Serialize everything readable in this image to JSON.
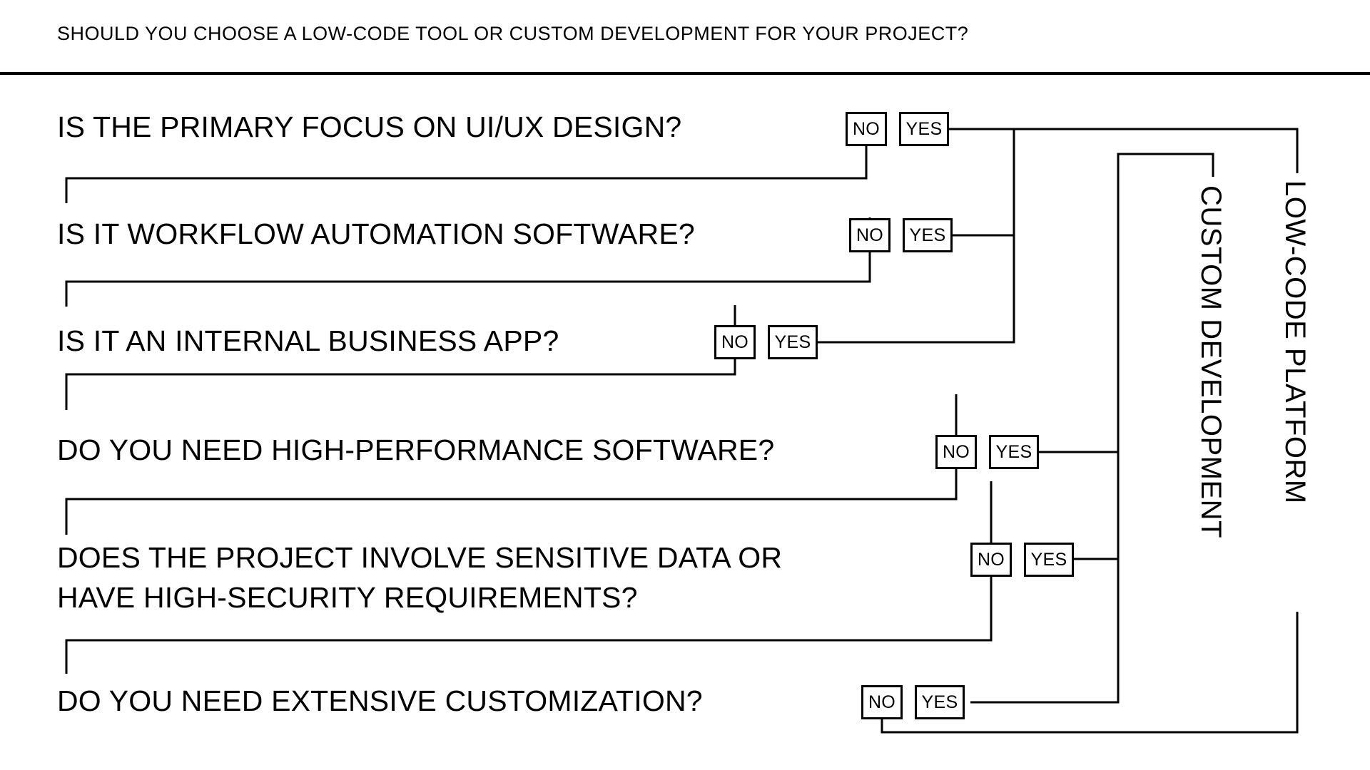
{
  "header": {
    "title": "SHOULD YOU CHOOSE A LOW-CODE TOOL OR CUSTOM DEVELOPMENT FOR YOUR PROJECT?"
  },
  "chart_data": {
    "type": "diagram",
    "diagram_type": "decision-flowchart",
    "title": "SHOULD YOU CHOOSE A LOW-CODE TOOL OR CUSTOM DEVELOPMENT FOR YOUR PROJECT?",
    "outcomes": [
      "CUSTOM DEVELOPMENT",
      "LOW-CODE PLATFORM"
    ],
    "nodes": [
      {
        "id": "q1",
        "text": "IS THE PRIMARY FOCUS ON UI/UX DESIGN?",
        "no": "q2",
        "yes": "LOW-CODE PLATFORM"
      },
      {
        "id": "q2",
        "text": "IS IT WORKFLOW AUTOMATION SOFTWARE?",
        "no": "q3",
        "yes": "LOW-CODE PLATFORM"
      },
      {
        "id": "q3",
        "text": "IS IT AN INTERNAL BUSINESS APP?",
        "no": "q4",
        "yes": "LOW-CODE PLATFORM"
      },
      {
        "id": "q4",
        "text": "DO YOU NEED HIGH-PERFORMANCE SOFTWARE?",
        "no": "q5",
        "yes": "CUSTOM DEVELOPMENT"
      },
      {
        "id": "q5",
        "text": "DOES THE PROJECT INVOLVE SENSITIVE DATA OR\nHAVE HIGH-SECURITY REQUIREMENTS?",
        "no": "q6",
        "yes": "CUSTOM DEVELOPMENT"
      },
      {
        "id": "q6",
        "text": "DO YOU NEED EXTENSIVE CUSTOMIZATION?",
        "no": "LOW-CODE PLATFORM",
        "yes": "CUSTOM DEVELOPMENT"
      }
    ]
  },
  "answers": {
    "no_label": "NO",
    "yes_label": "YES"
  },
  "questions": [
    {
      "text": "IS THE PRIMARY FOCUS ON UI/UX DESIGN?"
    },
    {
      "text": "IS IT WORKFLOW AUTOMATION SOFTWARE?"
    },
    {
      "text": "IS IT AN INTERNAL BUSINESS APP?"
    },
    {
      "text": "DO YOU NEED HIGH-PERFORMANCE SOFTWARE?"
    },
    {
      "text": "DOES THE PROJECT INVOLVE SENSITIVE DATA OR\nHAVE HIGH-SECURITY REQUIREMENTS?"
    },
    {
      "text": "DO YOU NEED EXTENSIVE CUSTOMIZATION?"
    }
  ],
  "outcomes": [
    {
      "label": "CUSTOM DEVELOPMENT"
    },
    {
      "label": "LOW-CODE PLATFORM"
    }
  ],
  "colors": {
    "ink": "#000000",
    "paper": "#ffffff"
  }
}
